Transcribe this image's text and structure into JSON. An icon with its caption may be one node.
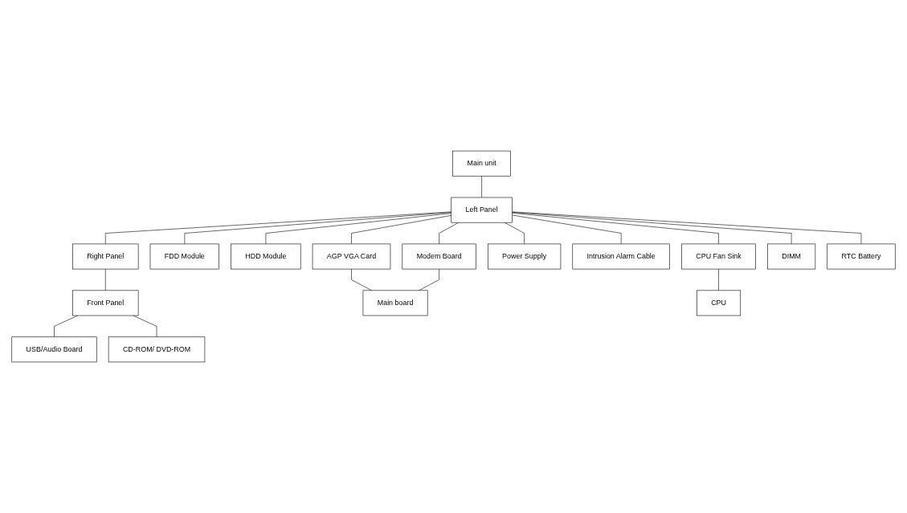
{
  "diagram": {
    "nodes": [
      {
        "text": [
          "Main unit"
        ]
      },
      {
        "text": [
          "Left Panel"
        ]
      },
      {
        "text": [
          "Right Panel"
        ]
      },
      {
        "text": [
          "FDD Module"
        ]
      },
      {
        "text": [
          "HDD Module"
        ]
      },
      {
        "text": [
          "AGP VGA Card"
        ]
      },
      {
        "text": [
          "Modem Board"
        ]
      },
      {
        "text": [
          "Power Supply"
        ]
      },
      {
        "text": [
          "Intrusion Alarm Cable"
        ]
      },
      {
        "text": [
          "CPU Fan Sink"
        ]
      },
      {
        "text": [
          "DIMM"
        ]
      },
      {
        "text": [
          "Front Panel"
        ]
      },
      {
        "text": [
          "Main board"
        ]
      },
      {
        "text": [
          "CPU"
        ]
      },
      {
        "text": [
          "RTC Battery"
        ]
      },
      {
        "text": [
          "USB/Audio Board"
        ]
      },
      {
        "text": [
          "CD-ROM/ DVD-ROM"
        ]
      }
    ],
    "edges": [
      {
        "from": 0,
        "to": 1,
        "arrow": "none"
      },
      {
        "from": 1,
        "to": 2,
        "arrow": "none"
      },
      {
        "from": 1,
        "to": 3,
        "arrow": "none"
      },
      {
        "from": 1,
        "to": 4,
        "arrow": "none"
      },
      {
        "from": 1,
        "to": 5,
        "arrow": "none"
      },
      {
        "from": 1,
        "to": 6,
        "arrow": "none"
      },
      {
        "from": 1,
        "to": 7,
        "arrow": "none"
      },
      {
        "from": 1,
        "to": 8,
        "arrow": "none"
      },
      {
        "from": 1,
        "to": 9,
        "arrow": "none"
      },
      {
        "from": 1,
        "to": 14,
        "arrow": "none"
      },
      {
        "from": 1,
        "to": 10,
        "arrow": "none"
      },
      {
        "from": 2,
        "to": 11,
        "arrow": "none"
      },
      {
        "from": 11,
        "to": 15,
        "arrow": "none"
      },
      {
        "from": 11,
        "to": 16,
        "arrow": "none"
      },
      {
        "from": 5,
        "to": 12,
        "arrow": "none"
      },
      {
        "from": 6,
        "to": 12,
        "arrow": "none"
      },
      {
        "from": 9,
        "to": 13,
        "arrow": "none"
      }
    ]
  }
}
